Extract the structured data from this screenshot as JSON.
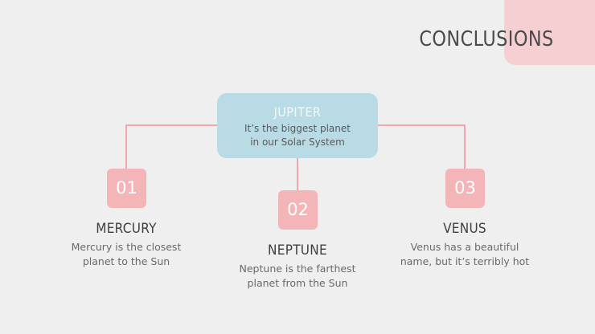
{
  "slide": {
    "title": "CONCLUSIONS",
    "center": {
      "title": "JUPITER",
      "description_line1": "It’s the biggest planet",
      "description_line2": "in our Solar System"
    },
    "items": [
      {
        "number": "01",
        "title": "MERCURY",
        "description_line1": "Mercury is the closest",
        "description_line2": "planet to the Sun"
      },
      {
        "number": "02",
        "title": "NEPTUNE",
        "description_line1": "Neptune is the farthest",
        "description_line2": "planet from the Sun"
      },
      {
        "number": "03",
        "title": "VENUS",
        "description_line1": "Venus has a beautiful",
        "description_line2": "name, but it’s terribly hot"
      }
    ]
  },
  "colors": {
    "background": "#efefef",
    "accent_pink": "#f4b5b9",
    "connector": "#ef8f97",
    "center_box": "#b8dbe6",
    "corner_shape": "#f5cfd1"
  }
}
